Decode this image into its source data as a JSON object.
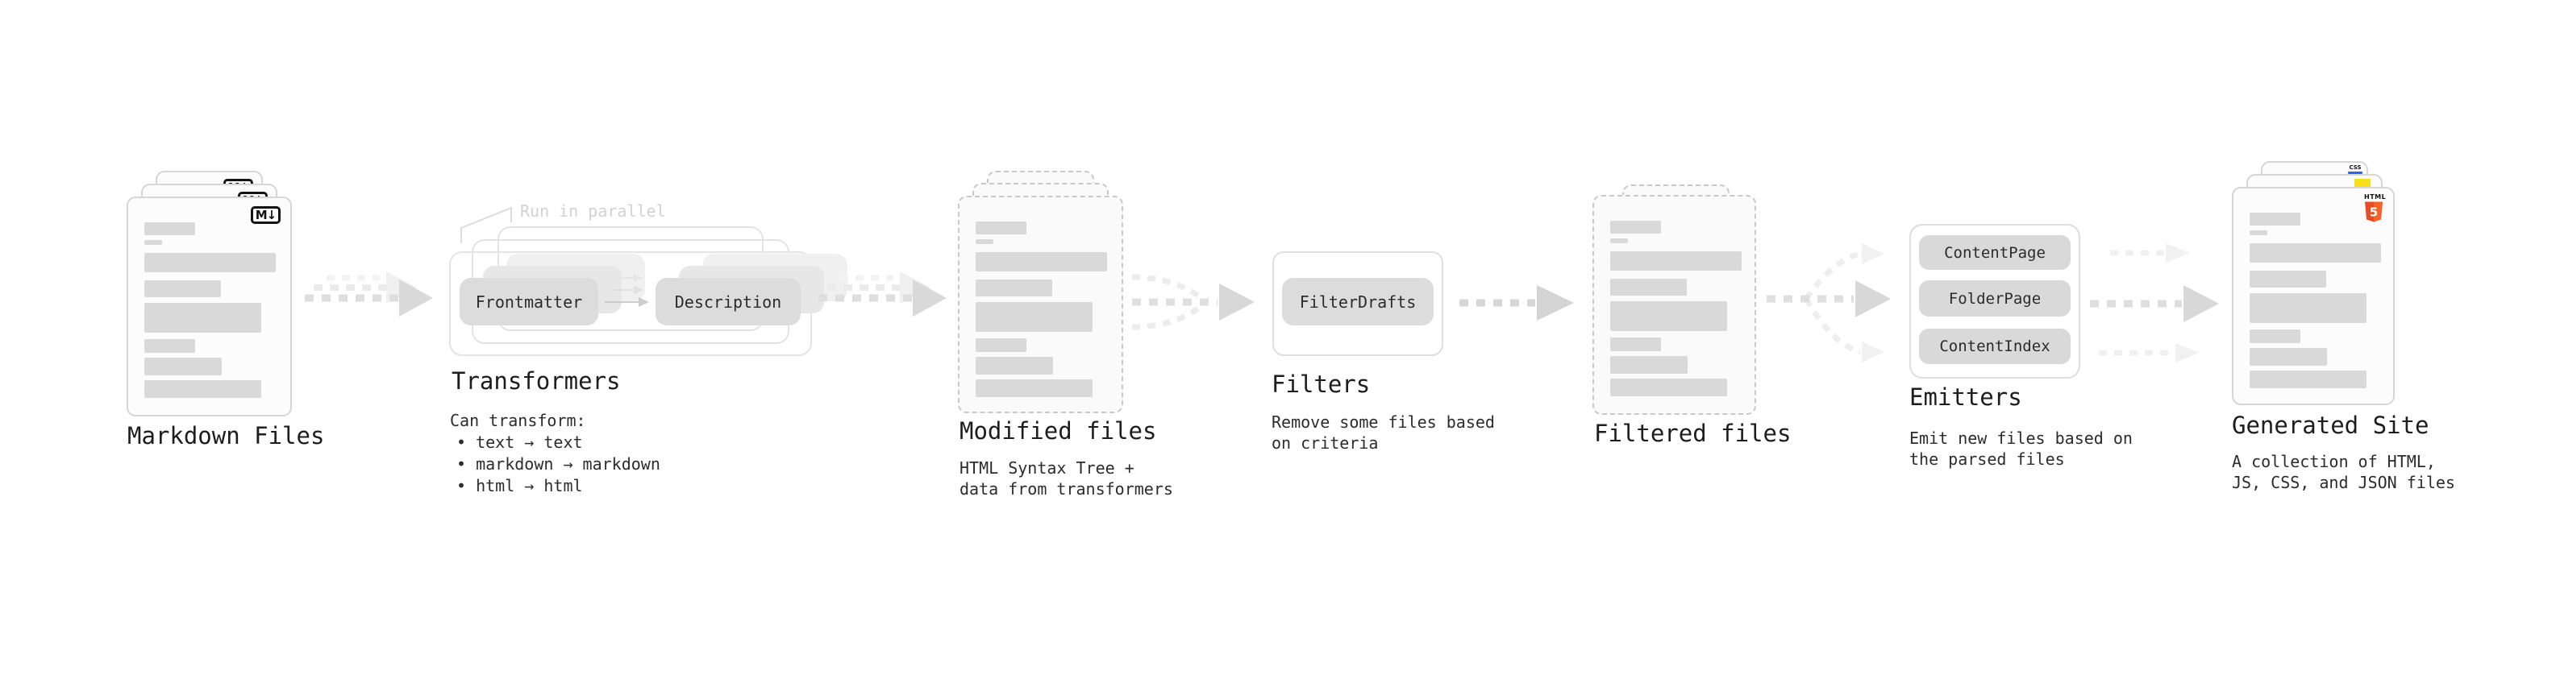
{
  "stages": {
    "markdown_files": {
      "label": "Markdown Files"
    },
    "transformers": {
      "label": "Transformers",
      "note": "Run in parallel",
      "left_pill": "Frontmatter",
      "right_pill": "Description",
      "desc_heading": "Can transform:",
      "bullets": [
        "• text → text",
        "• markdown → markdown",
        "• html → html"
      ]
    },
    "modified_files": {
      "label": "Modified files",
      "desc": [
        "HTML Syntax Tree +",
        "data from transformers"
      ]
    },
    "filters": {
      "label": "Filters",
      "pill": "FilterDrafts",
      "desc": [
        "Remove some files based",
        "on criteria"
      ]
    },
    "filtered_files": {
      "label": "Filtered files"
    },
    "emitters": {
      "label": "Emitters",
      "pills": [
        "ContentPage",
        "FolderPage",
        "ContentIndex"
      ],
      "desc": [
        "Emit new files based on",
        "the parsed files"
      ]
    },
    "generated_site": {
      "label": "Generated Site",
      "desc": [
        "A collection of HTML,",
        "JS, CSS, and JSON files"
      ]
    }
  },
  "icons": {
    "markdown": "M↓",
    "html5_label": "HTML",
    "html5_number": "5",
    "css_label": "CSS"
  },
  "colors": {
    "placeholder_bar": "#d9d9d9",
    "pill_fill": "#dcdcdc",
    "html5_orange": "#e44d26",
    "js_yellow": "#f7df1e",
    "css_blue": "#2d63ea"
  }
}
